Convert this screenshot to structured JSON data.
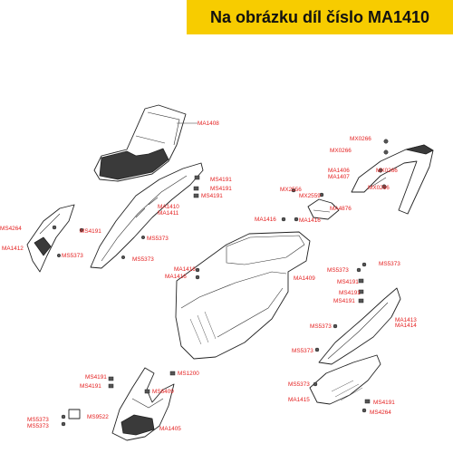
{
  "banner": {
    "text": "Na obrázku díl číslo MA1410",
    "color": "#f7cc00"
  },
  "label_color": "#e41e1e",
  "labels": [
    {
      "id": "MA1408",
      "text": "MA1408"
    },
    {
      "id": "MX0266a",
      "text": "MX0266"
    },
    {
      "id": "MX0266b",
      "text": "MX0266"
    },
    {
      "id": "MA1406",
      "text": "MA1406"
    },
    {
      "id": "MA1407",
      "text": "MA1407"
    },
    {
      "id": "MX0266c",
      "text": "MX0266"
    },
    {
      "id": "MX0266d",
      "text": "MX0266"
    },
    {
      "id": "MS4191a",
      "text": "MS4191"
    },
    {
      "id": "MS4191b",
      "text": "MS4191"
    },
    {
      "id": "MS4191c",
      "text": "MS4191"
    },
    {
      "id": "MX2556",
      "text": "MX2556"
    },
    {
      "id": "MX2559",
      "text": "MX2559"
    },
    {
      "id": "MA4876",
      "text": "MA4876"
    },
    {
      "id": "MA1410",
      "text": "MA1410"
    },
    {
      "id": "MA1411",
      "text": "MA1411"
    },
    {
      "id": "MS4264a",
      "text": "MS4264"
    },
    {
      "id": "MA1416a",
      "text": "MA1416"
    },
    {
      "id": "MA1416b",
      "text": "MA1416"
    },
    {
      "id": "MS4191d",
      "text": "MS4191"
    },
    {
      "id": "MS5373a",
      "text": "MS5373"
    },
    {
      "id": "MA1412",
      "text": "MA1412"
    },
    {
      "id": "MS5373b",
      "text": "MS5373"
    },
    {
      "id": "MS5373c",
      "text": "MS5373"
    },
    {
      "id": "MS5373d",
      "text": "MS5373"
    },
    {
      "id": "MA1416c",
      "text": "MA1416"
    },
    {
      "id": "MA1416d",
      "text": "MA1416"
    },
    {
      "id": "MS5373e",
      "text": "MS5373"
    },
    {
      "id": "MA1409",
      "text": "MA1409"
    },
    {
      "id": "MS4191e",
      "text": "MS4191"
    },
    {
      "id": "MS4191f",
      "text": "MS4191"
    },
    {
      "id": "MS4191g",
      "text": "MS4191"
    },
    {
      "id": "MS5373f",
      "text": "MS5373"
    },
    {
      "id": "MA1413",
      "text": "MA1413"
    },
    {
      "id": "MA1414",
      "text": "MA1414"
    },
    {
      "id": "MS5373g",
      "text": "MS5373"
    },
    {
      "id": "MS4191h",
      "text": "MS4191"
    },
    {
      "id": "MS4191i",
      "text": "MS4191"
    },
    {
      "id": "MS1200",
      "text": "MS1200"
    },
    {
      "id": "MS6409",
      "text": "MS6409"
    },
    {
      "id": "MS5373h",
      "text": "MS5373"
    },
    {
      "id": "MA1415",
      "text": "MA1415"
    },
    {
      "id": "MS4191j",
      "text": "MS4191"
    },
    {
      "id": "MS4264b",
      "text": "MS4264"
    },
    {
      "id": "MS5373i",
      "text": "MS5373"
    },
    {
      "id": "MS5373j",
      "text": "MS5373"
    },
    {
      "id": "MS9522",
      "text": "MS9522"
    },
    {
      "id": "MA1405",
      "text": "MA1405"
    }
  ]
}
